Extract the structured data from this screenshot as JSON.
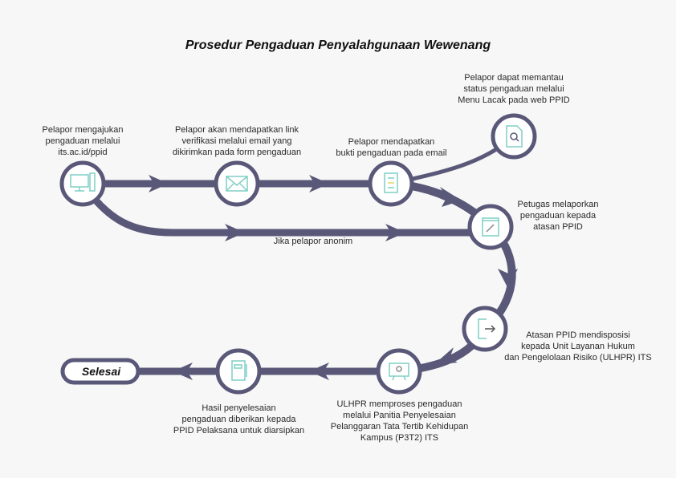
{
  "title": "Prosedur Pengaduan Penyalahgunaan Wewenang",
  "colors": {
    "track": "#5a5878",
    "icon": "#7fcfc4",
    "node_fill": "#ffffff",
    "background": "#f7f7f7"
  },
  "steps": [
    {
      "icon": "computer-icon",
      "label": "Pelapor mengajukan\npengaduan melalui\nits.ac.id/ppid"
    },
    {
      "icon": "envelope-icon",
      "label": "Pelapor akan mendapatkan link\nverifikasi melalui email yang\ndikirimkan pada form pengaduan"
    },
    {
      "icon": "checklist-icon",
      "label": "Pelapor mendapatkan\nbukti pengaduan pada email"
    },
    {
      "icon": "document-search-icon",
      "label": "Pelapor dapat memantau\nstatus pengaduan melalui\nMenu Lacak pada web PPID"
    },
    {
      "icon": "notepad-pencil-icon",
      "label": "Petugas melaporkan\npengaduan kepada\natasan PPID"
    },
    {
      "icon": "exit-door-icon",
      "label": "Atasan PPID mendisposisi\nkepada Unit Layanan Hukum\ndan Pengelolaan Risiko (ULHPR) ITS"
    },
    {
      "icon": "presentation-board-icon",
      "label": "ULHPR memproses pengaduan\nmelalui Panitia Penyelesaian\nPelanggaran Tata Tertib Kehidupan\nKampus (P3T2) ITS"
    },
    {
      "icon": "archive-folder-icon",
      "label": "Hasil penyelesaian\npengaduan diberikan kepada\nPPID Pelaksana untuk diarsipkan"
    }
  ],
  "anonymous_label": "Jika pelapor anonim",
  "end_label": "Selesai"
}
